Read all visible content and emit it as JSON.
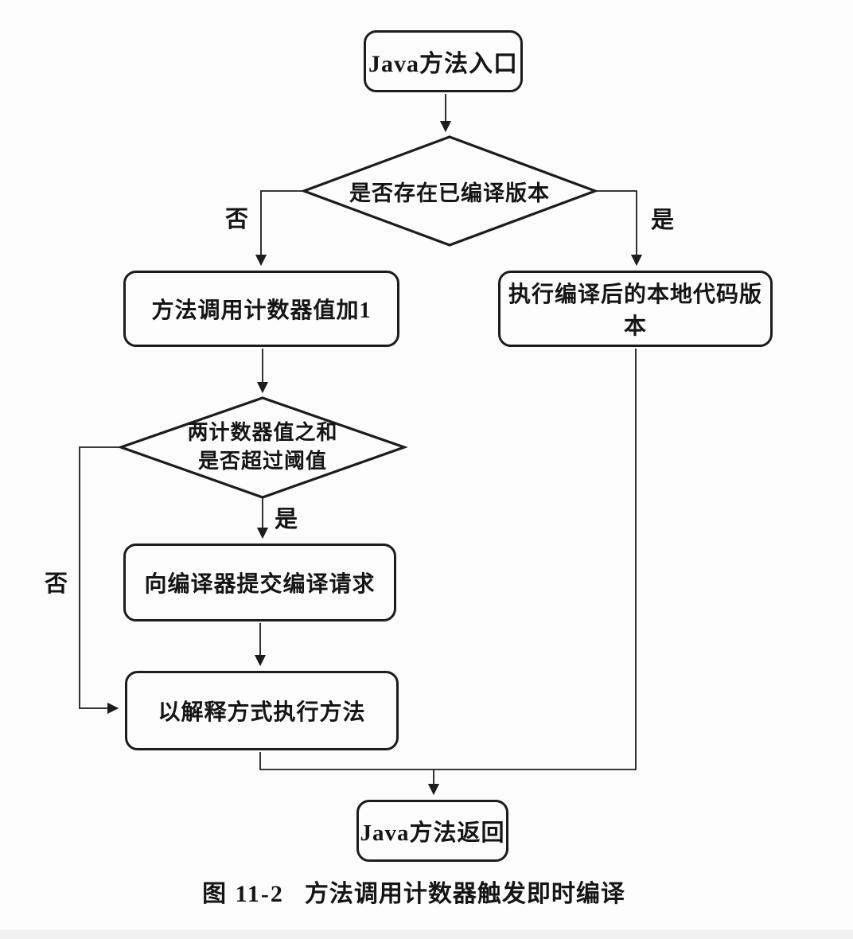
{
  "figure": {
    "caption_prefix": "图 11-2",
    "caption_title": "方法调用计数器触发即时编译"
  },
  "flowchart": {
    "nodes": {
      "start": {
        "type": "rounded-rect",
        "label": "Java方法入口"
      },
      "check_compiled": {
        "type": "decision",
        "label": "是否存在已编译版本"
      },
      "inc_counter": {
        "type": "rounded-rect",
        "label": "方法调用计数器值加1"
      },
      "exec_native": {
        "type": "rounded-rect",
        "label": "执行编译后的本地代码版本"
      },
      "check_threshold": {
        "type": "decision",
        "label_line1": "两计数器值之和",
        "label_line2": "是否超过阈值"
      },
      "submit_compile": {
        "type": "rounded-rect",
        "label": "向编译器提交编译请求"
      },
      "interpret_exec": {
        "type": "rounded-rect",
        "label": "以解释方式执行方法"
      },
      "end": {
        "type": "rounded-rect",
        "label": "Java方法返回"
      }
    },
    "edge_labels": {
      "compiled_no": "否",
      "compiled_yes": "是",
      "threshold_yes": "是",
      "threshold_no": "否"
    },
    "colors": {
      "line": "#1c1c1c",
      "text": "#151515",
      "background": "#fcfcfc"
    }
  }
}
